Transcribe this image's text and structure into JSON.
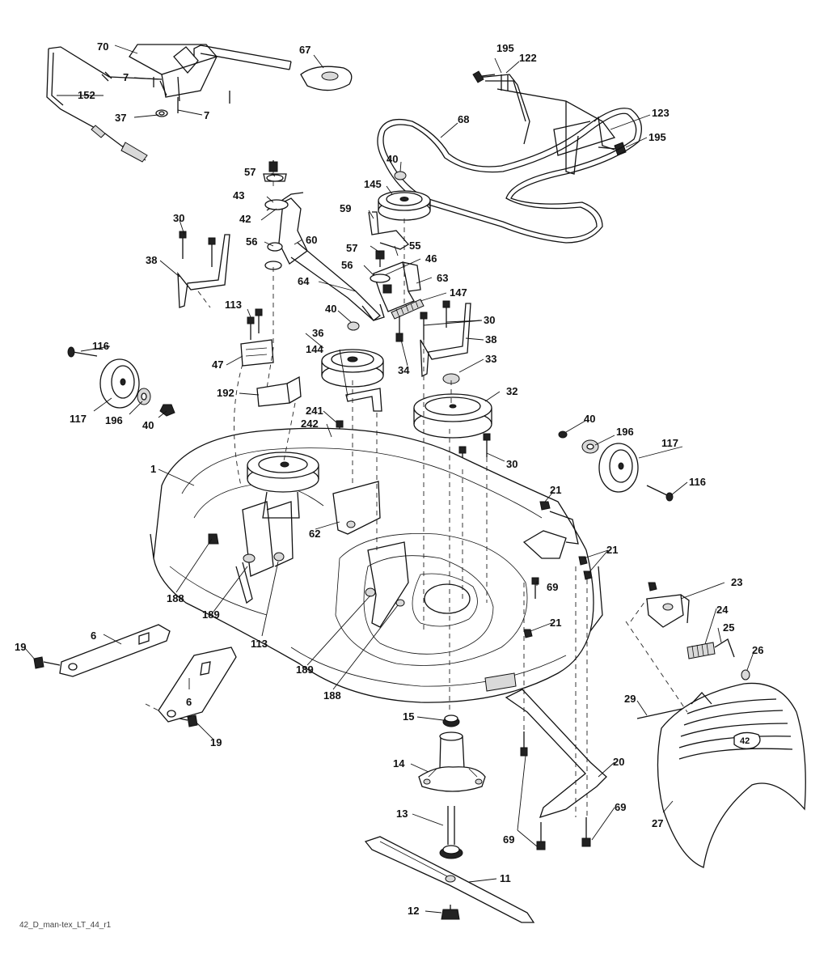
{
  "diagram": {
    "footer_code": "42_D_man-tex_LT_44_r1",
    "cover_logo": "42",
    "callouts": {
      "n1": "1",
      "n6a": "6",
      "n6b": "6",
      "n7a": "7",
      "n7b": "7",
      "n11": "11",
      "n12": "12",
      "n13": "13",
      "n14": "14",
      "n15": "15",
      "n19a": "19",
      "n19b": "19",
      "n20": "20",
      "n21a": "21",
      "n21b": "21",
      "n21c": "21",
      "n23": "23",
      "n24": "24",
      "n25": "25",
      "n26": "26",
      "n27": "27",
      "n29": "29",
      "n30a": "30",
      "n30b": "30",
      "n30c": "30",
      "n32": "32",
      "n33": "33",
      "n34": "34",
      "n36": "36",
      "n37": "37",
      "n38a": "38",
      "n38b": "38",
      "n40a": "40",
      "n40b": "40",
      "n40c": "40",
      "n40d": "40",
      "n42": "42",
      "n43": "43",
      "n46": "46",
      "n47": "47",
      "n55": "55",
      "n56a": "56",
      "n56b": "56",
      "n57a": "57",
      "n57b": "57",
      "n59": "59",
      "n60": "60",
      "n62": "62",
      "n63": "63",
      "n64": "64",
      "n67": "67",
      "n68": "68",
      "n69a": "69",
      "n69b": "69",
      "n69c": "69",
      "n70": "70",
      "n113a": "113",
      "n113b": "113",
      "n116a": "116",
      "n116b": "116",
      "n117a": "117",
      "n117b": "117",
      "n122": "122",
      "n123": "123",
      "n144": "144",
      "n145": "145",
      "n147": "147",
      "n152": "152",
      "n188a": "188",
      "n188b": "188",
      "n189a": "189",
      "n189b": "189",
      "n192": "192",
      "n195a": "195",
      "n195b": "195",
      "n196a": "196",
      "n196b": "196",
      "n241": "241",
      "n242": "242"
    }
  }
}
